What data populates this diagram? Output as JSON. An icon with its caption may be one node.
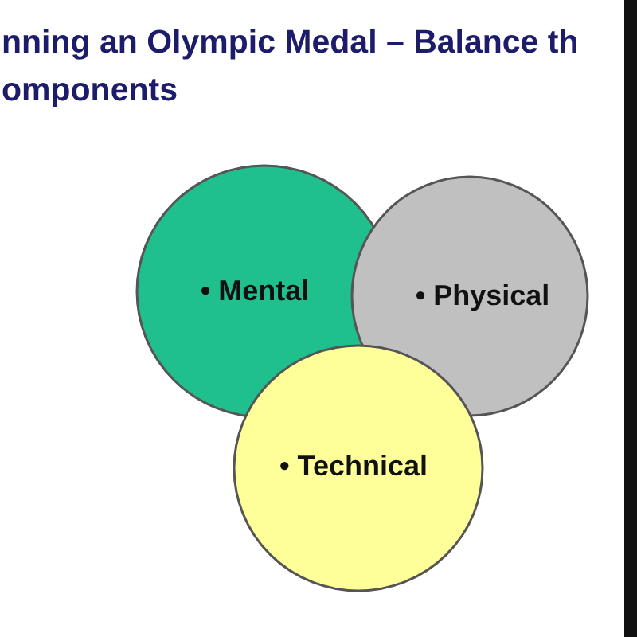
{
  "diagram": {
    "title": "nning an Olympic Medal – Balance th omponents",
    "nodes": [
      {
        "text": [
          "• Mental"
        ]
      },
      {
        "text": [
          "• Physical"
        ]
      },
      {
        "text": [
          "• Technical"
        ]
      }
    ]
  }
}
